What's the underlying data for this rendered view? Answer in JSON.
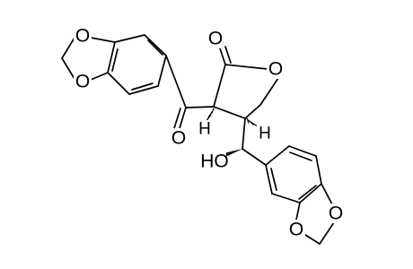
{
  "atoms": {
    "o_ring_top_left_a": "O",
    "o_ring_top_left_b": "O",
    "o_ketone": "O",
    "o_lactone_carbonyl": "O",
    "o_lactone_ring": "O",
    "h_alpha": "H",
    "h_beta": "H",
    "ho_group": "HO",
    "o_ring_bottom_right_a": "O",
    "o_ring_bottom_right_b": "O"
  }
}
